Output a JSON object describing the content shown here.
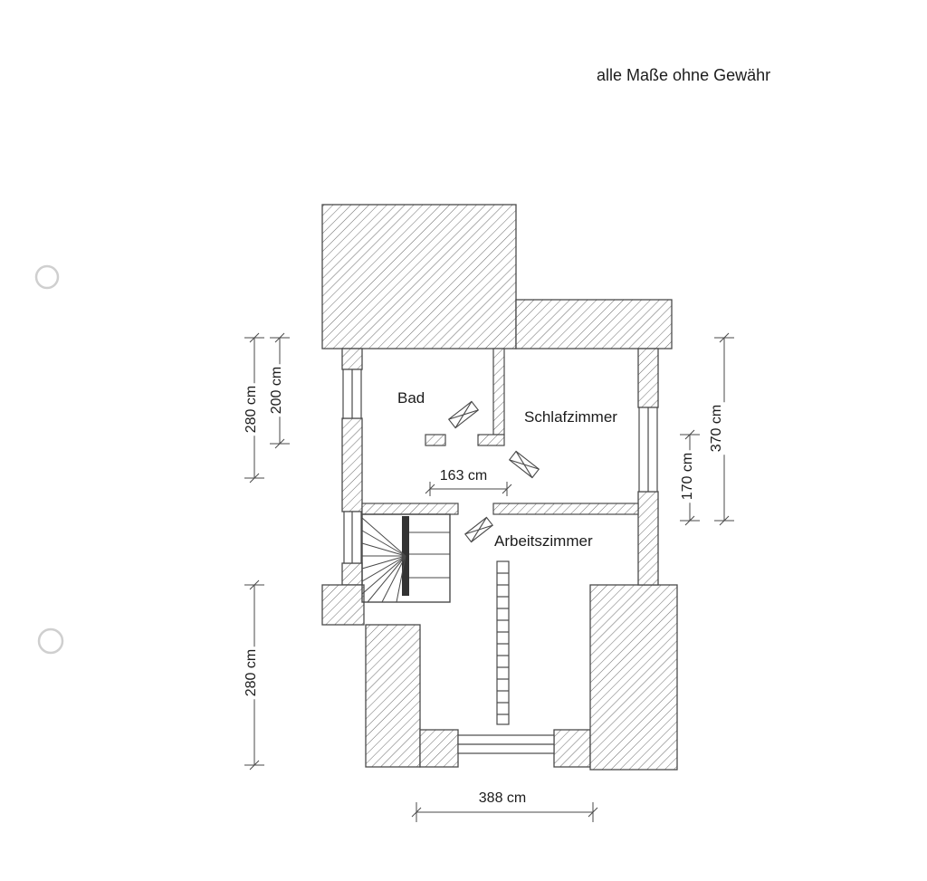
{
  "note": "alle Maße ohne Gewähr",
  "floorplan": {
    "rooms": {
      "bad": "Bad",
      "schlafzimmer": "Schlafzimmer",
      "arbeitszimmer": "Arbeitszimmer"
    },
    "dimensions": {
      "left_upper": "280 cm",
      "left_inner": "200 cm",
      "hall_width": "163 cm",
      "right_inner": "170 cm",
      "right_outer": "370 cm",
      "left_lower": "280 cm",
      "bottom": "388 cm"
    }
  },
  "colors": {
    "line": "#4a4a4a",
    "hatch": "#6b6b6b",
    "text": "#1c1c1c",
    "hole_punch": "#cfcfcf",
    "background": "#ffffff"
  }
}
